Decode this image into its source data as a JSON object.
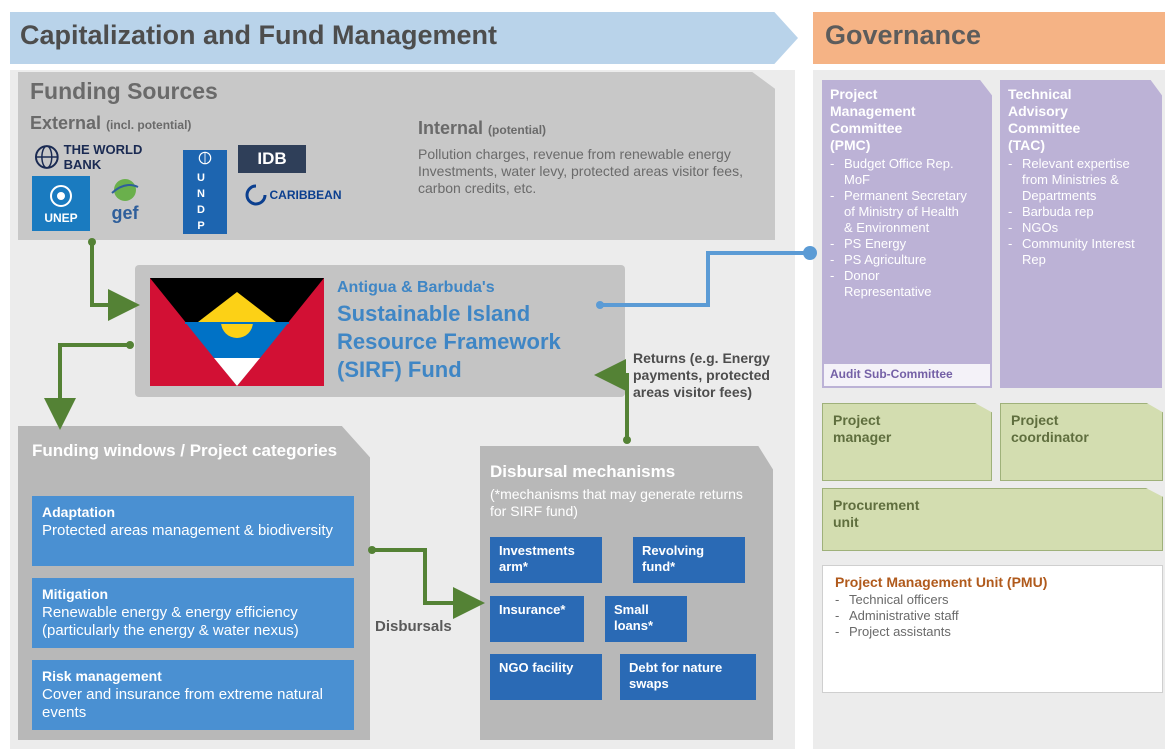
{
  "headers": {
    "left": "Capitalization and Fund Management",
    "right": "Governance"
  },
  "funding_sources": {
    "title": "Funding Sources",
    "external_label": "External",
    "external_note": "(incl. potential)",
    "internal_label": "Internal",
    "internal_note": "(potential)",
    "internal_body": "Pollution charges, revenue from renewable energy Investments, water levy, protected areas visitor fees, carbon credits, etc.",
    "logos": {
      "world_bank": "THE WORLD BANK",
      "unep": "UNEP",
      "gef": "gef",
      "undp": "U N D P",
      "idb": "IDB",
      "cdb": "CARIBBEAN"
    }
  },
  "sirf": {
    "line1": "Antigua & Barbuda's",
    "line2": "Sustainable Island Resource Framework (SIRF) Fund"
  },
  "returns": "Returns (e.g. Energy payments, protected areas visitor fees)",
  "disbursals": "Disbursals",
  "funding_windows": {
    "title": "Funding windows / Project categories",
    "items": [
      {
        "title": "Adaptation",
        "body": "Protected areas management & biodiversity"
      },
      {
        "title": "Mitigation",
        "body": "Renewable energy & energy efficiency (particularly the energy & water nexus)"
      },
      {
        "title": "Risk management",
        "body": "Cover and insurance from extreme natural events"
      }
    ]
  },
  "disbursal": {
    "title": "Disbursal mechanisms",
    "subtitle": "(*mechanisms that may generate returns for SIRF fund)",
    "items": [
      "Investments arm*",
      "Revolving fund*",
      "Insurance*",
      "Small loans*",
      "NGO facility",
      "Debt for nature swaps"
    ]
  },
  "governance": {
    "pmc": {
      "title": "Project Management Committee (PMC)",
      "items": [
        "Budget Office Rep. MoF",
        "Permanent Secretary of Ministry of Health & Environment",
        "PS Energy",
        "PS Agriculture",
        "Donor Representative"
      ],
      "audit": "Audit Sub-Committee"
    },
    "tac": {
      "title": "Technical Advisory Committee (TAC)",
      "items": [
        "Relevant expertise from Ministries & Departments",
        "Barbuda rep",
        "NGOs",
        "Community Interest Rep"
      ]
    },
    "project_manager": "Project manager",
    "project_coordinator": "Project coordinator",
    "procurement": "Procurement unit",
    "pmu": {
      "title": "Project Management Unit (PMU)",
      "items": [
        "Technical officers",
        "Administrative staff",
        "Project assistants"
      ]
    }
  },
  "colors": {
    "blue_accent": "#3f86c5",
    "green_arrow": "#548235",
    "gov_purple": "#bcb2d6",
    "gov_green": "#d3ddb0"
  }
}
